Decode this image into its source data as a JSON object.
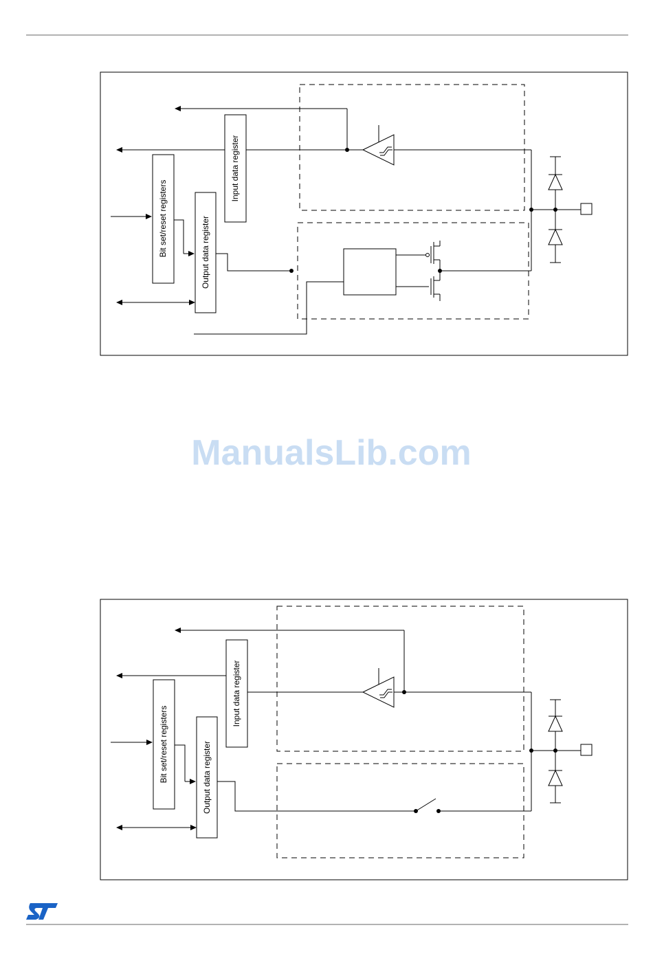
{
  "watermark": "ManualsLib.com",
  "logo": {
    "name": "st-logo",
    "text": "ST",
    "color": "#1a63c6"
  },
  "colors": {
    "line": "#000000",
    "watermark": "#c9ddf3",
    "page_rule": "#555555"
  },
  "figure_top": {
    "input_register": "Input data register",
    "bitset_register": "Bit set/reset registers",
    "output_register": "Output data register"
  },
  "figure_bottom": {
    "input_register": "Input data register",
    "bitset_register": "Bit set/reset registers",
    "output_register": "Output data register"
  }
}
